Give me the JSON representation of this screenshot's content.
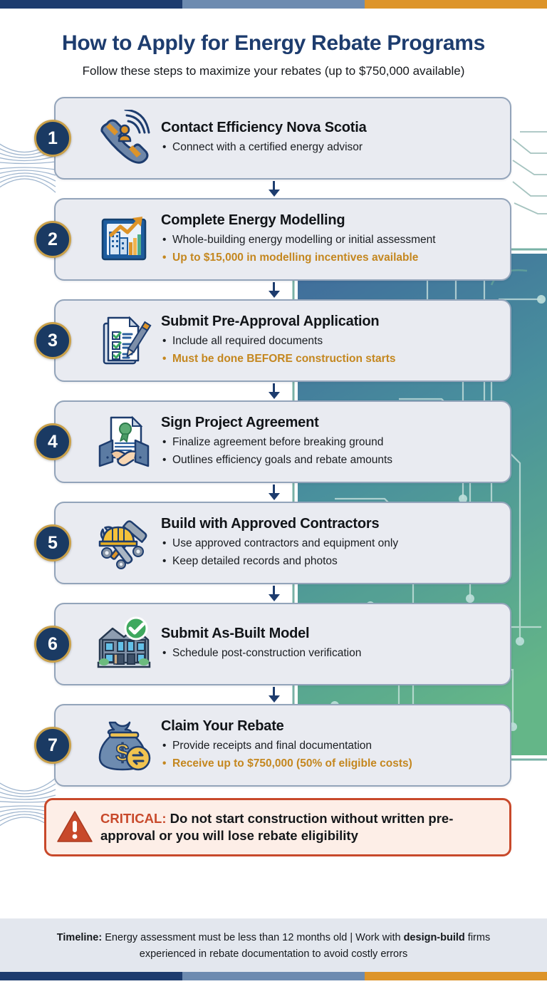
{
  "theme": {
    "navy": "#1d3c6e",
    "slate": "#6d8bb0",
    "orange": "#dd9429",
    "badge_fill": "#1a3a63",
    "badge_ring": "#c9a049",
    "card_bg": "#e9ebf1",
    "card_border": "#93a4ba",
    "highlight_text": "#c4871f",
    "critical_red": "#c8492b",
    "critical_bg": "#fdeee7",
    "footer_bg": "#e3e7ee"
  },
  "accent_bar": {
    "segments": [
      "navy",
      "slate",
      "orange"
    ]
  },
  "header": {
    "title": "How to Apply for Energy Rebate Programs",
    "subtitle": "Follow these steps to maximize your rebates (up to $750,000 available)"
  },
  "steps": [
    {
      "number": "1",
      "icon": "phone-advisor-icon",
      "title": "Contact Efficiency Nova Scotia",
      "bullets": [
        {
          "text": "Connect with a certified energy advisor",
          "highlight": false
        }
      ]
    },
    {
      "number": "2",
      "icon": "energy-modelling-chart-icon",
      "title": "Complete Energy Modelling",
      "bullets": [
        {
          "text": "Whole-building energy modelling or initial assessment",
          "highlight": false
        },
        {
          "text": "Up to $15,000 in modelling incentives available",
          "highlight": true
        }
      ]
    },
    {
      "number": "3",
      "icon": "checklist-pencil-icon",
      "title": "Submit Pre-Approval Application",
      "bullets": [
        {
          "text": "Include all required documents",
          "highlight": false
        },
        {
          "text": "Must be done BEFORE construction starts",
          "highlight": true
        }
      ]
    },
    {
      "number": "4",
      "icon": "handshake-agreement-icon",
      "title": "Sign Project Agreement",
      "bullets": [
        {
          "text": "Finalize agreement before breaking ground",
          "highlight": false
        },
        {
          "text": "Outlines efficiency goals and rebate amounts",
          "highlight": false
        }
      ]
    },
    {
      "number": "5",
      "icon": "hardhat-tools-icon",
      "title": "Build with Approved Contractors",
      "bullets": [
        {
          "text": "Use approved contractors and equipment only",
          "highlight": false
        },
        {
          "text": "Keep detailed records and photos",
          "highlight": false
        }
      ]
    },
    {
      "number": "6",
      "icon": "building-verified-icon",
      "title": "Submit As-Built Model",
      "bullets": [
        {
          "text": "Schedule post-construction verification",
          "highlight": false
        }
      ]
    },
    {
      "number": "7",
      "icon": "money-bag-icon",
      "title": "Claim Your Rebate",
      "bullets": [
        {
          "text": "Provide receipts and final documentation",
          "highlight": false
        },
        {
          "text": "Receive up to $750,000 (50% of eligible costs)",
          "highlight": true
        }
      ]
    }
  ],
  "critical": {
    "icon": "warning-triangle-icon",
    "label": "CRITICAL:",
    "message": " Do not start construction without written pre-approval or you will lose rebate eligibility"
  },
  "footer": {
    "label_1": "Timeline:",
    "text_1": " Energy assessment must be less than 12 months old | Work with ",
    "label_2": "design-build",
    "text_2": " firms experienced in rebate documentation to avoid costly errors"
  }
}
